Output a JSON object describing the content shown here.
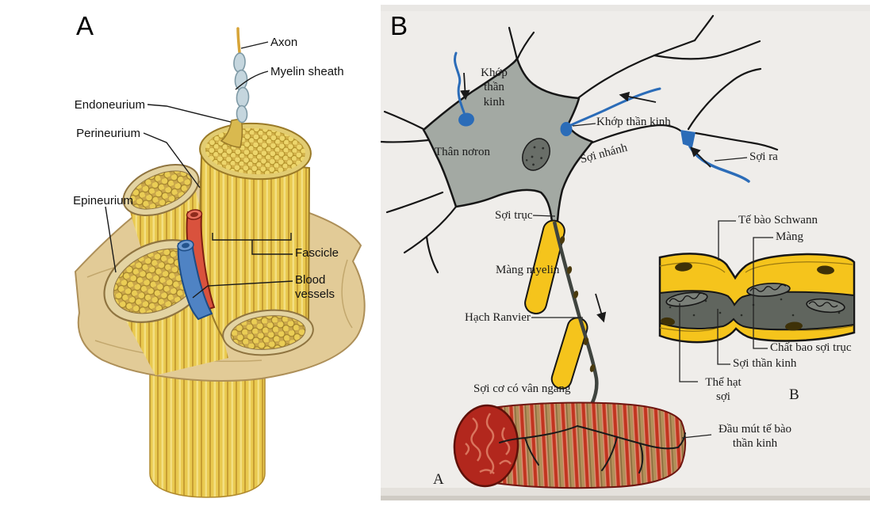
{
  "figure": {
    "panel_a": {
      "letter": "A",
      "labels": {
        "axon": "Axon",
        "myelin_sheath": "Myelin sheath",
        "endoneurium": "Endoneurium",
        "perineurium": "Perineurium",
        "epineurium": "Epineurium",
        "fascicle": "Fascicle",
        "blood_vessels": "Blood vessels"
      }
    },
    "panel_b": {
      "letter": "B",
      "sub_letter_a": "A",
      "sub_letter_b": "B",
      "labels": {
        "synapse_upper_left": "Khớp thần kinh",
        "synapse_right": "Khớp thần kinh",
        "soma": "Thân nơron",
        "dendrite": "Sợi nhánh",
        "efferent_fiber": "Sợi ra",
        "axon": "Sợi trục",
        "myelin_sheath": "Màng myelin",
        "node_of_ranvier": "Hạch Ranvier",
        "striated_muscle_fiber": "Sợi cơ có vân ngang",
        "nerve_terminal": "Đầu mút tế bào thần kinh",
        "schwann_cell": "Tế bào Schwann",
        "membrane": "Màng",
        "axon_coating": "Chất bao sợi trục",
        "nerve_fiber": "Sợi thần kinh",
        "granule_body": "Thể hạt sợi"
      }
    },
    "colors": {
      "nerve_yellow": "#E9C94F",
      "epineurium_tan": "#E2CB97",
      "artery_red": "#D9523D",
      "vein_blue": "#4F83C4",
      "top_myelin_blue": "#C5D6DE",
      "soma_gray": "#A3A9A3",
      "synapse_blue": "#2B6CB8",
      "myelin_yellow": "#F5C41C",
      "muscle_red": "#C23520",
      "muscle_tan": "#B28F59",
      "page_background": "#EFEDEA",
      "ink": "#1A1A1A"
    }
  }
}
